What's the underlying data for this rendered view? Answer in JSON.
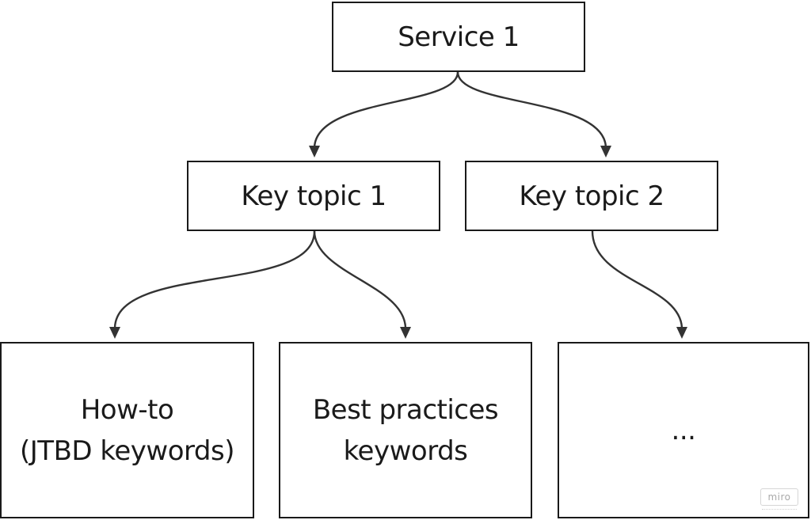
{
  "diagram": {
    "root": {
      "label": "Service 1"
    },
    "topics": [
      {
        "label": "Key topic 1"
      },
      {
        "label": "Key topic 2"
      }
    ],
    "leaves": [
      {
        "lines": [
          "How-to",
          "(JTBD keywords)"
        ]
      },
      {
        "lines": [
          "Best practices",
          "keywords"
        ]
      },
      {
        "lines": [
          "..."
        ]
      }
    ],
    "edges": [
      {
        "from": "Service 1",
        "to": "Key topic 1"
      },
      {
        "from": "Service 1",
        "to": "Key topic 2"
      },
      {
        "from": "Key topic 1",
        "to": "How-to (JTBD keywords)"
      },
      {
        "from": "Key topic 1",
        "to": "Best practices keywords"
      },
      {
        "from": "Key topic 2",
        "to": "..."
      }
    ],
    "colors": {
      "stroke": "#1a1a1a",
      "arrow": "#333333",
      "background": "#ffffff"
    }
  },
  "watermark": {
    "text": "miro"
  }
}
